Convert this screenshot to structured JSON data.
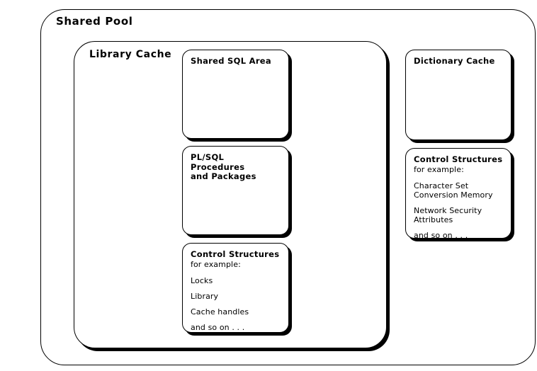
{
  "diagram": {
    "title": "Shared Pool",
    "containers": {
      "shared_pool": {
        "label": "Shared Pool"
      },
      "library_cache": {
        "label": "Library Cache"
      }
    },
    "cards": {
      "shared_sql_area": {
        "title": "Shared SQL Area"
      },
      "plsql_procedures": {
        "title": "PL/SQL Procedures\nand Packages"
      },
      "control_structures_library": {
        "title": "Control Structures",
        "subtitle": "for example:",
        "items": [
          "Locks",
          "Library",
          "Cache handles",
          "and so on . . ."
        ]
      },
      "dictionary_cache": {
        "title": "Dictionary Cache"
      },
      "control_structures_dictionary": {
        "title": "Control Structures",
        "subtitle": "for example:",
        "items": [
          "Character Set\nConversion Memory",
          "Network Security\nAttributes",
          "and so on . . ."
        ]
      }
    },
    "colors": {
      "stroke": "#000000",
      "background": "#ffffff",
      "shadow": "#000000"
    }
  }
}
